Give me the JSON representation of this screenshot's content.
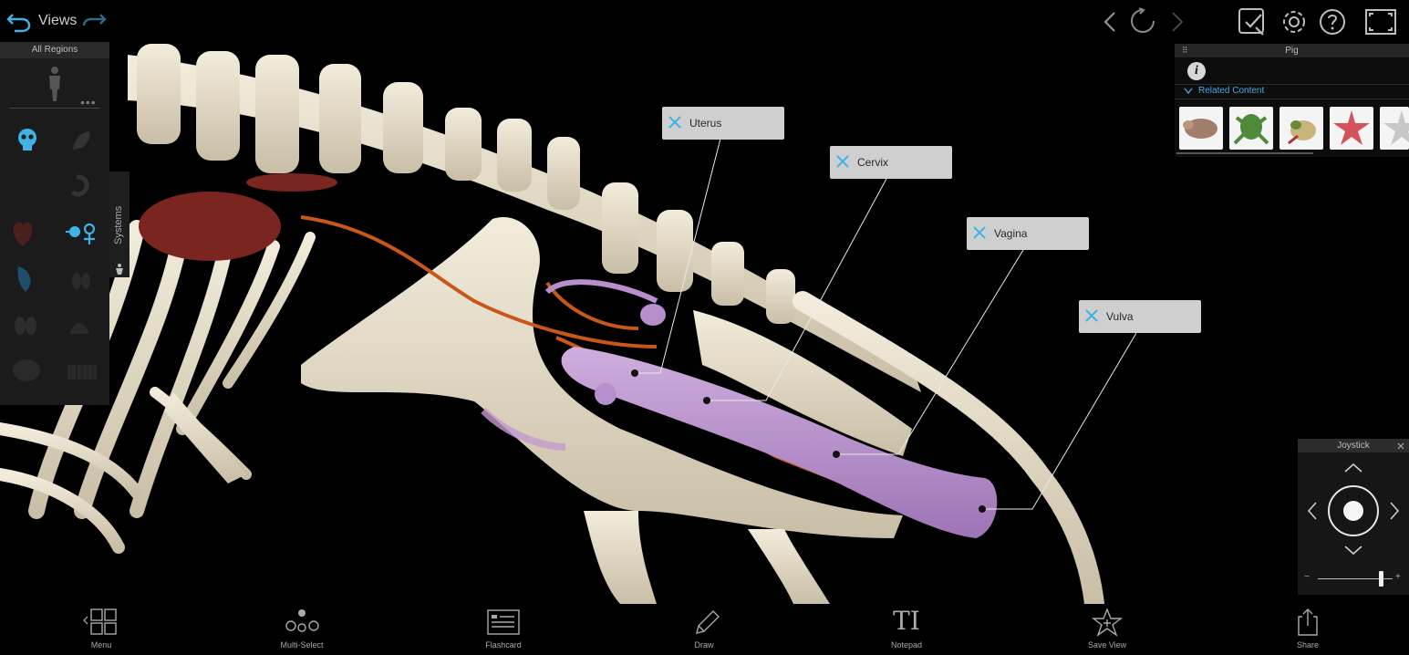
{
  "header": {
    "views_label": "Views"
  },
  "regions_panel": {
    "title": "All Regions",
    "systems_tab": "Systems"
  },
  "info_panel": {
    "title": "Pig",
    "info_icon_glyph": "i",
    "related_label": "Related Content",
    "thumbnails": [
      "rat-thumbnail",
      "frog-thumbnail",
      "frog-skeleton-thumbnail",
      "starfish-thumbnail",
      "starfish-thumbnail-2"
    ]
  },
  "labels": [
    {
      "name": "Uterus"
    },
    {
      "name": "Cervix"
    },
    {
      "name": "Vagina"
    },
    {
      "name": "Vulva"
    }
  ],
  "joystick": {
    "title": "Joystick",
    "zoom_minus": "−",
    "zoom_plus": "+",
    "zoom_level": 0.85
  },
  "toolbar": {
    "menu": "Menu",
    "multi_select": "Multi-Select",
    "flashcard": "Flashcard",
    "draw": "Draw",
    "notepad": "Notepad",
    "notepad_glyph": "TI",
    "save_view": "Save View",
    "share": "Share"
  },
  "colors": {
    "accent": "#3fb2e6",
    "bone": "#e6dcc8",
    "organ_purple": "#b78fcc",
    "vessel_orange": "#c8581a",
    "label_bg": "#cfcfcf"
  }
}
